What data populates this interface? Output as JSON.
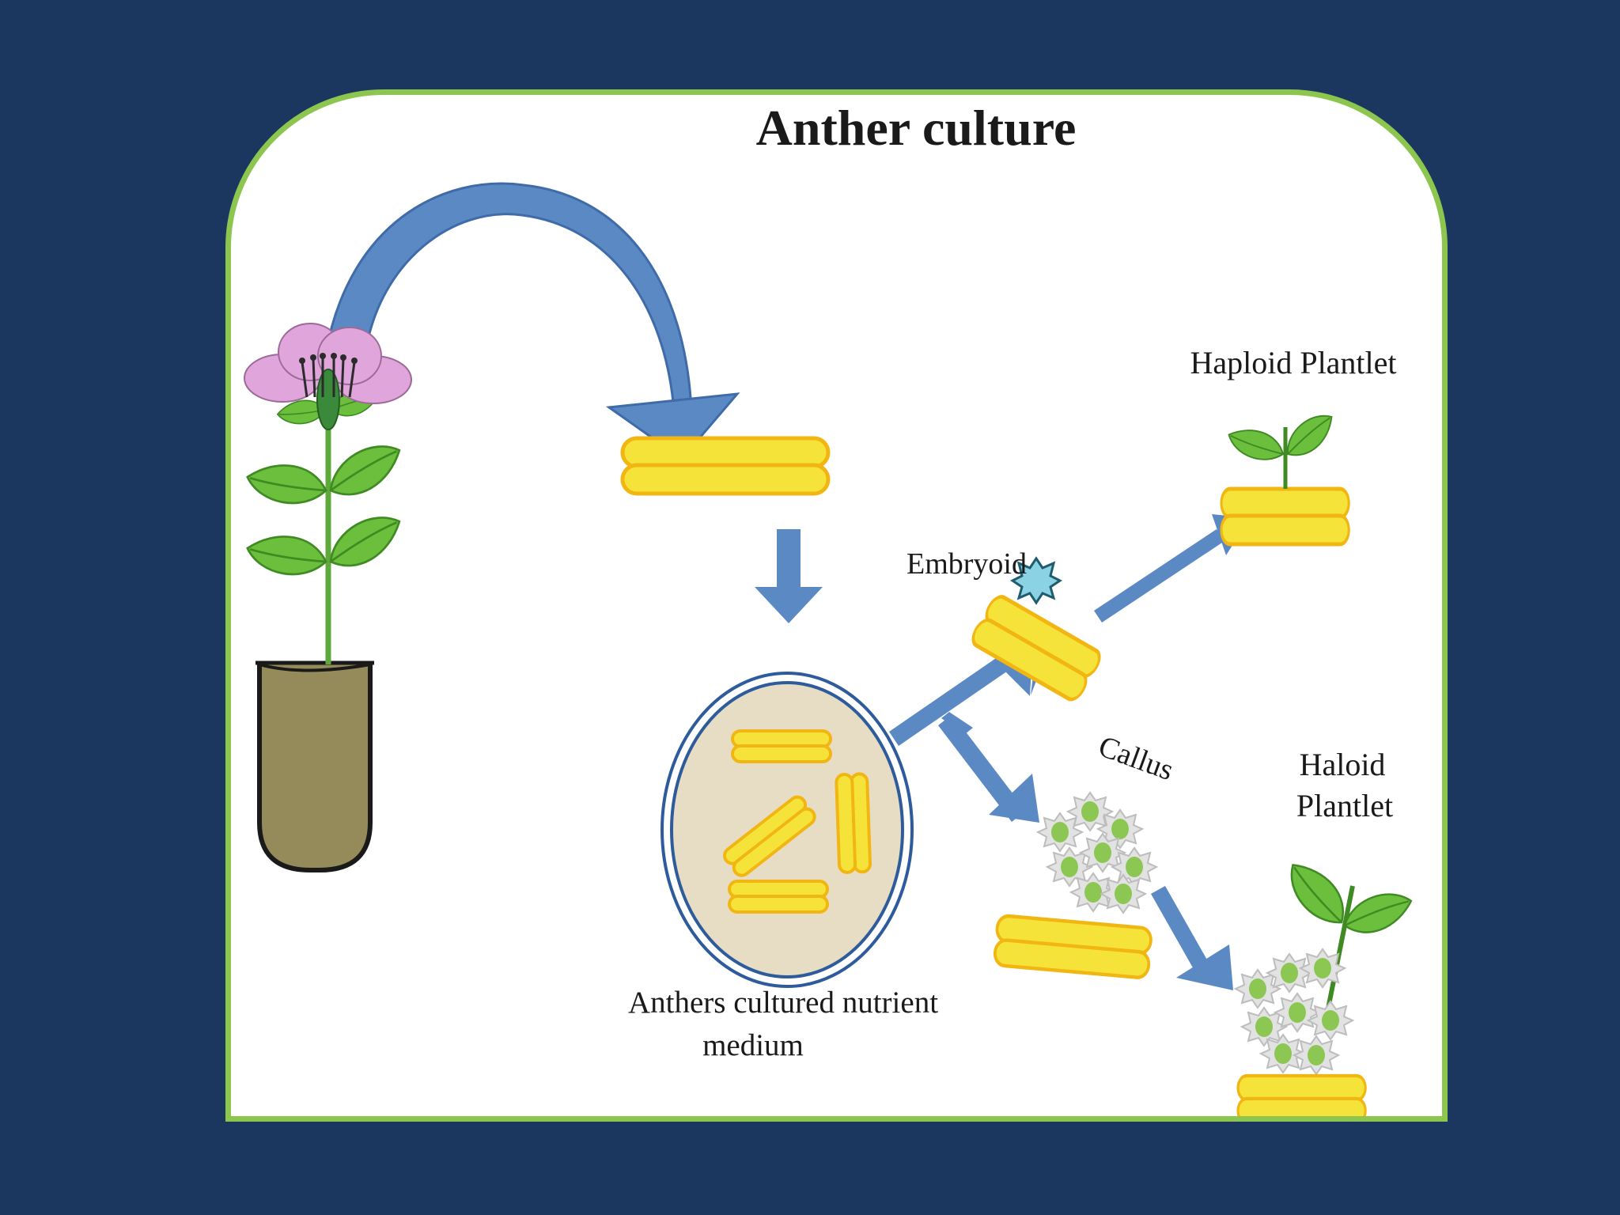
{
  "diagram": {
    "title": "Anther culture",
    "labels": {
      "embryoid": "Embryoid",
      "haploid_plantlet": "Haploid Plantlet",
      "callus": "Callus",
      "haloid_plantlet_line1": "Haloid",
      "haloid_plantlet_line2": "Plantlet",
      "medium_line1": "Anthers  cultured nutrient",
      "medium_line2": "medium"
    }
  },
  "colors": {
    "slide_background": "#1b3760",
    "card_border": "#8cc64f",
    "arrow": "#5b89c4",
    "anther": "#f6e33a",
    "anther_outline": "#f2b613",
    "leaf": "#6cbf3c",
    "petal": "#e0a6dc",
    "tube": "#958a5a",
    "dish_fill": "#e6ddc4",
    "dish_ring": "#2e5b9b",
    "callus": "#dcdcdc",
    "embryoid": "#8bd3e4"
  }
}
